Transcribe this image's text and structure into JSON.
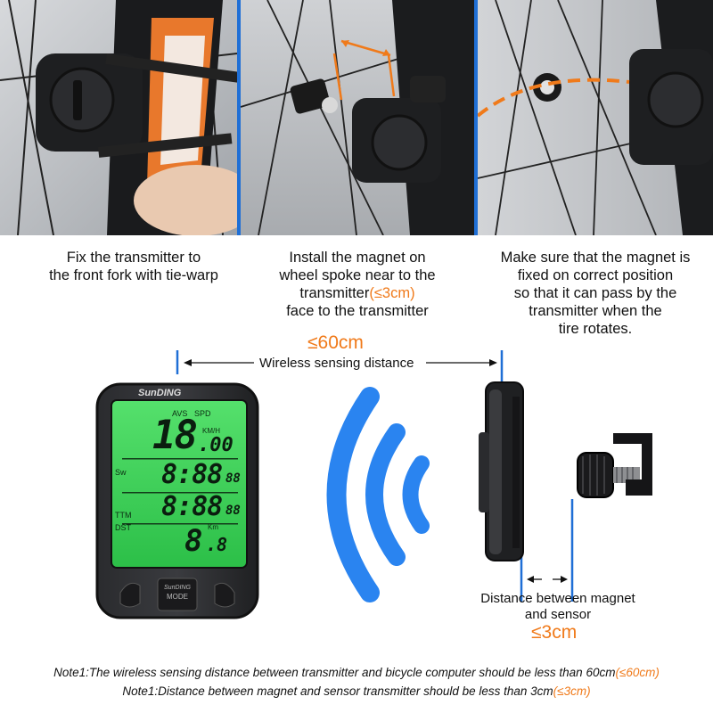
{
  "steps": [
    {
      "caption_lines": [
        "Fix the transmitter to",
        "the front fork with tie-warp"
      ]
    },
    {
      "caption_lines": [
        "Install the magnet on",
        "wheel spoke near to the"
      ],
      "caption_line3_text": "transmitter",
      "caption_line3_highlight": "(≤3cm)",
      "caption_line4": "face to the transmitter"
    },
    {
      "caption_lines": [
        "Make sure that the magnet is",
        "fixed on correct position",
        "so that it can pass by the",
        "transmitter when the",
        "tire rotates."
      ]
    }
  ],
  "wireless": {
    "distance_limit": "≤60cm",
    "label": "Wireless sensing distance"
  },
  "computer": {
    "brand": "SunDING",
    "labels": {
      "avs": "AVS",
      "spd": "SPD",
      "kmh": "KM/H",
      "sw": "Sw",
      "ttm": "TTM",
      "dst": "DST",
      "km": "Km"
    },
    "readouts": {
      "speed": "18",
      "speed_dec": ".00",
      "row2": "8:88",
      "row2_tail": "88",
      "row3": "8:88",
      "row3_tail": "88",
      "row4": "8",
      "row4_dec": ".8"
    },
    "mode_button": "MODE"
  },
  "sensor_gap": {
    "label_lines": [
      "Distance between magnet",
      "and sensor"
    ],
    "limit": "≤3cm"
  },
  "notes": [
    {
      "text": "Note1:The wireless sensing distance between transmitter and bicycle computer should be less than 60cm",
      "highlight": "(≤60cm)"
    },
    {
      "text": "Note1:Distance between magnet and sensor transmitter should be less than 3cm",
      "highlight": "(≤3cm)"
    }
  ],
  "colors": {
    "accent_orange": "#f07a1a",
    "guide_blue": "#1f6fd6",
    "lcd_green": "#3fd45a",
    "signal_blue": "#2a84f0"
  }
}
